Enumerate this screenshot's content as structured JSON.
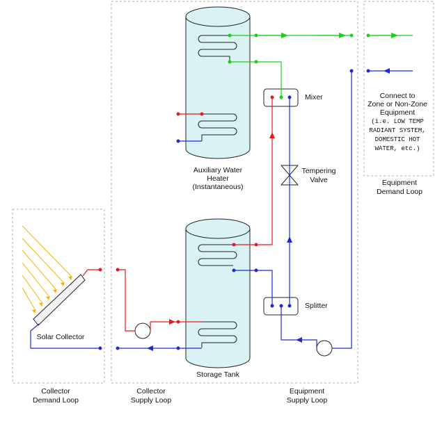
{
  "loops": {
    "collector_demand": [
      "Collector",
      "Demand Loop"
    ],
    "collector_supply": [
      "Collector",
      "Supply Loop"
    ],
    "equipment_supply": [
      "Equipment",
      "Supply Loop"
    ],
    "equipment_demand": [
      "Equipment",
      "Demand Loop"
    ]
  },
  "components": {
    "aux_heater": [
      "Auxiliary Water",
      "Heater",
      "(Instantaneous)"
    ],
    "storage_tank": "Storage Tank",
    "solar_collector": "Solar Collector",
    "mixer": "Mixer",
    "splitter": "Splitter",
    "tempering_valve": [
      "Tempering",
      "Valve"
    ]
  },
  "connect_note": {
    "lines": [
      "Connect to",
      "Zone or Non-Zone",
      "Equipment"
    ],
    "mono_lines": [
      "(i.e. LOW TEMP",
      "RADIANT SYSTEM,",
      "DOMESTIC HOT",
      "WATER, etc.)"
    ]
  },
  "colors": {
    "hot": "#e8181c",
    "cold": "#1c2ad8",
    "supply": "#18d018"
  }
}
